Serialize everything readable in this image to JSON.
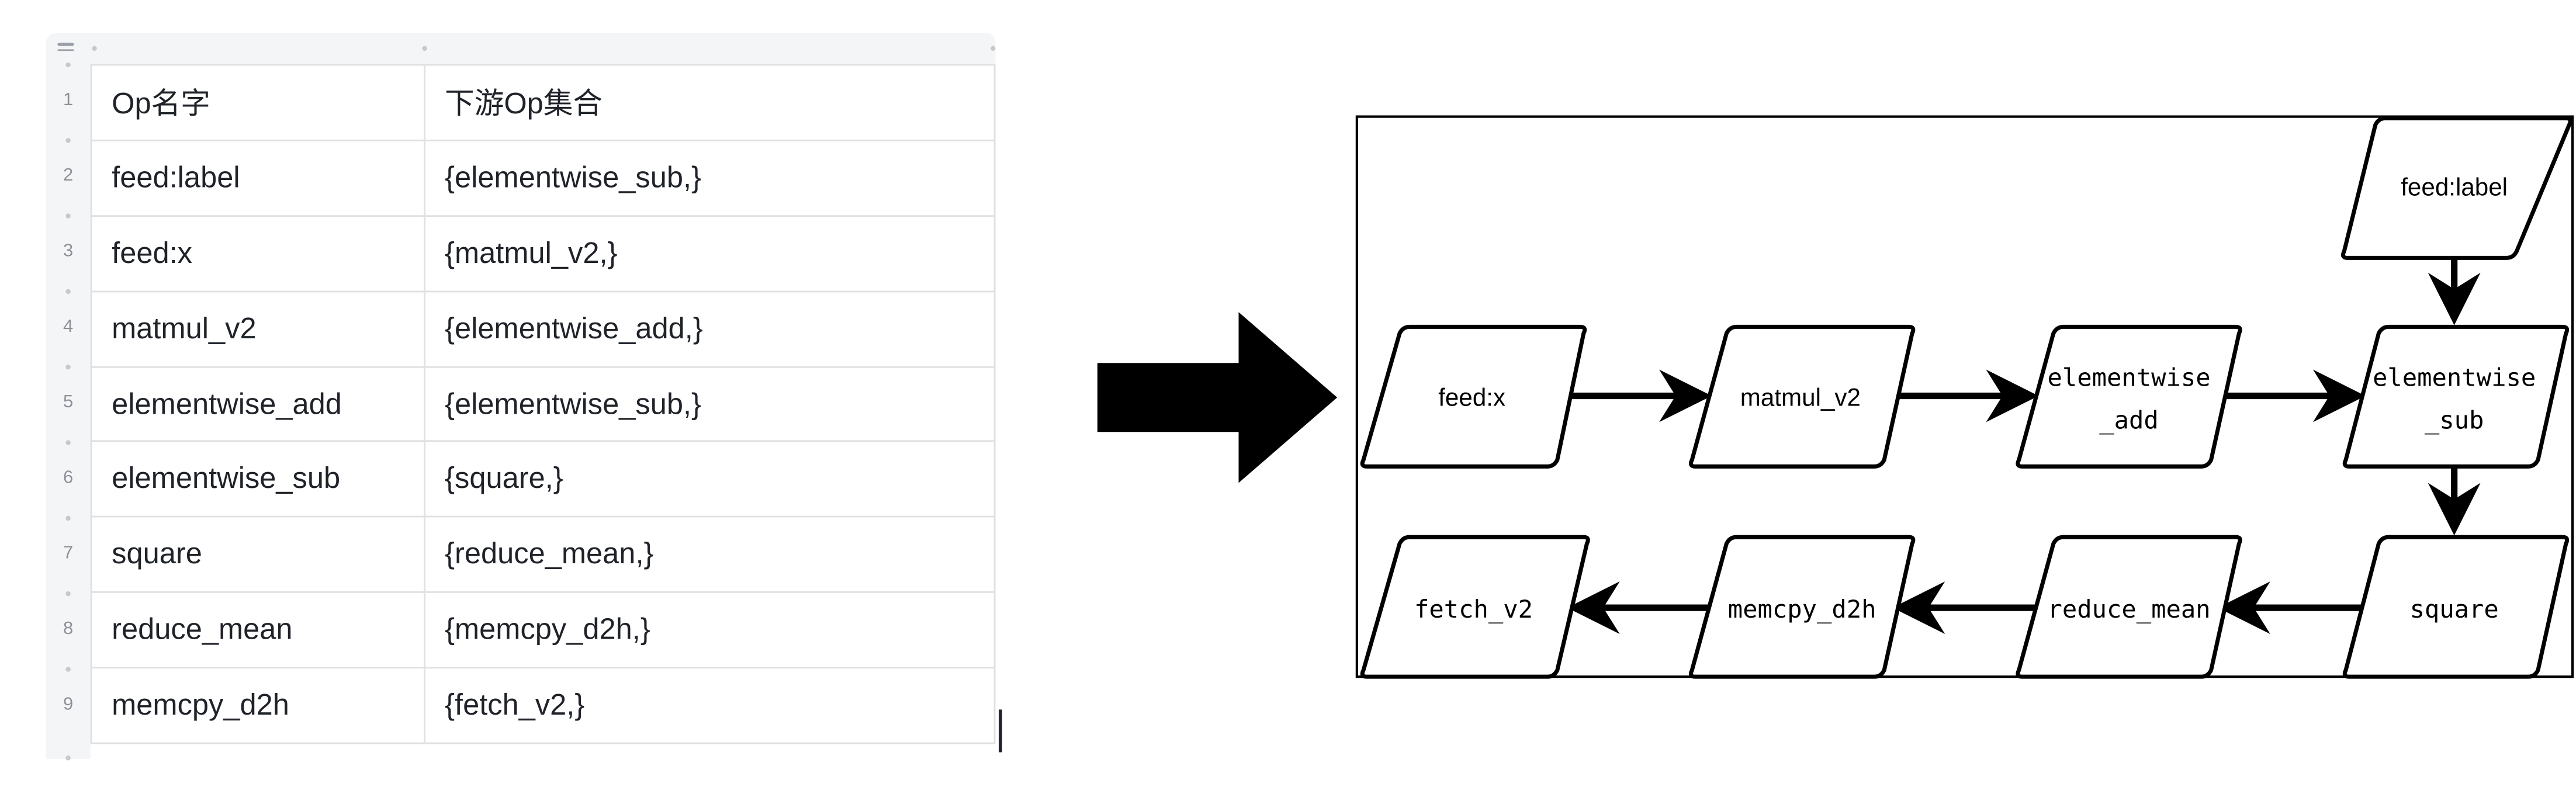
{
  "table": {
    "header": [
      "Op名字",
      "下游Op集合"
    ],
    "rows": [
      {
        "num": "2",
        "op": "feed:label",
        "downstream": "{elementwise_sub,}"
      },
      {
        "num": "3",
        "op": "feed:x",
        "downstream": "{matmul_v2,}"
      },
      {
        "num": "4",
        "op": "matmul_v2",
        "downstream": "{elementwise_add,}"
      },
      {
        "num": "5",
        "op": "elementwise_add",
        "downstream": "{elementwise_sub,}"
      },
      {
        "num": "6",
        "op": "elementwise_sub",
        "downstream": "{square,}"
      },
      {
        "num": "7",
        "op": "square",
        "downstream": "{reduce_mean,}"
      },
      {
        "num": "8",
        "op": "reduce_mean",
        "downstream": "{memcpy_d2h,}"
      },
      {
        "num": "9",
        "op": "memcpy_d2h",
        "downstream": "{fetch_v2,}"
      }
    ],
    "header_num": "1"
  },
  "diagram": {
    "nodes": {
      "feed_label": "feed:label",
      "feed_x": "feed:x",
      "matmul_v2": "matmul_v2",
      "elementwise_add_1": "elementwise",
      "elementwise_add_2": "_add",
      "elementwise_sub_1": "elementwise",
      "elementwise_sub_2": "_sub",
      "square": "square",
      "reduce_mean": "reduce_mean",
      "memcpy_d2h": "memcpy_d2h",
      "fetch_v2": "fetch_v2"
    },
    "edges": [
      [
        "feed:x",
        "matmul_v2"
      ],
      [
        "matmul_v2",
        "elementwise_add"
      ],
      [
        "elementwise_add",
        "elementwise_sub"
      ],
      [
        "feed:label",
        "elementwise_sub"
      ],
      [
        "elementwise_sub",
        "square"
      ],
      [
        "square",
        "reduce_mean"
      ],
      [
        "reduce_mean",
        "memcpy_d2h"
      ],
      [
        "memcpy_d2h",
        "fetch_v2"
      ]
    ]
  },
  "colors": {
    "border": "#dee0e3",
    "text": "#1f2329",
    "gutter": "#f4f5f7",
    "ink": "#000000"
  }
}
